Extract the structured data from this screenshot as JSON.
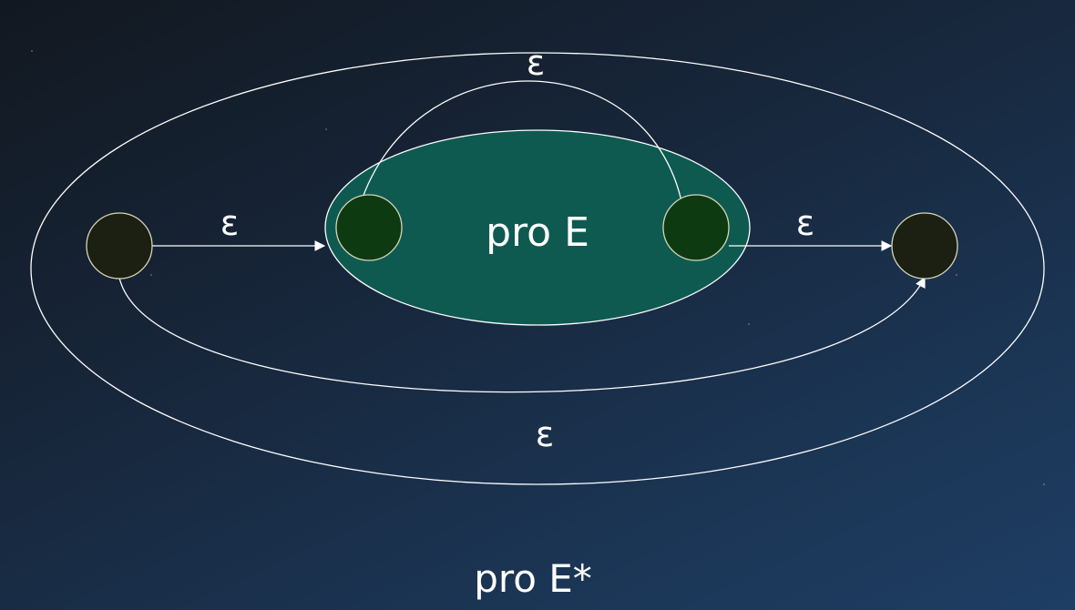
{
  "diagram": {
    "inner_label": "pro E",
    "caption": "pro E*",
    "edge_labels": {
      "top_loop": "ε",
      "left_entry": "ε",
      "right_exit": "ε",
      "bottom_bypass": "ε"
    }
  },
  "colors": {
    "inner_region_fill": "#0f5a50",
    "inner_state_fill": "#0e3a12",
    "outer_state_fill": "#1b2012",
    "stroke": "#ffffff"
  }
}
